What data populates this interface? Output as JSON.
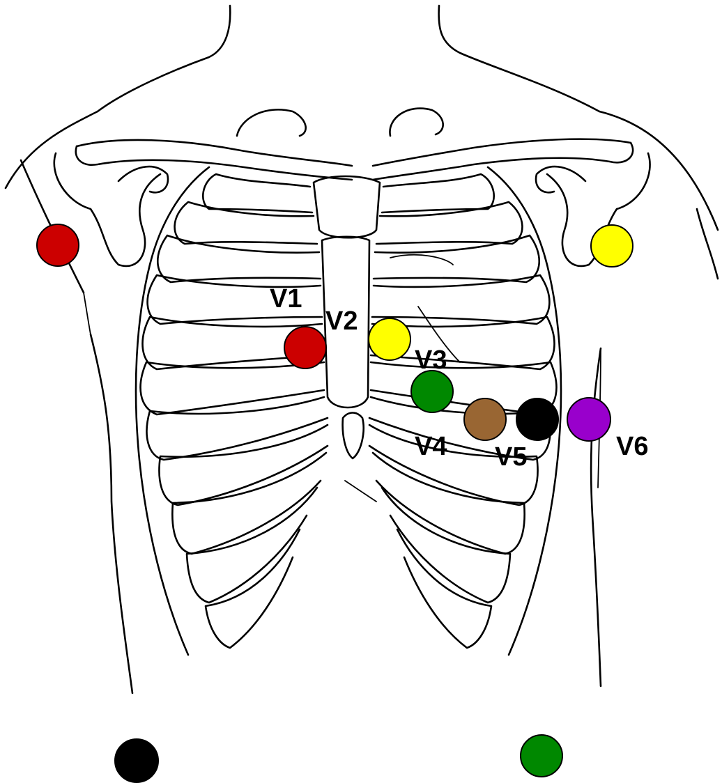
{
  "diagram": {
    "colors": {
      "line": "#000000",
      "background": "#ffffff"
    },
    "electrodes": [
      {
        "id": "RA",
        "color": "#cc0000"
      },
      {
        "id": "LA",
        "color": "#ffff00"
      },
      {
        "id": "RL",
        "color": "#000000"
      },
      {
        "id": "LL",
        "color": "#008800"
      },
      {
        "id": "V1",
        "color": "#cc0000"
      },
      {
        "id": "V2",
        "color": "#ffff00"
      },
      {
        "id": "V3",
        "color": "#008800"
      },
      {
        "id": "V4",
        "color": "#996633"
      },
      {
        "id": "V5",
        "color": "#000000"
      },
      {
        "id": "V6",
        "color": "#9900cc"
      }
    ],
    "labels": {
      "v1": "V1",
      "v2": "V2",
      "v3": "V3",
      "v4": "V4",
      "v5": "V5",
      "v6": "V6"
    }
  }
}
